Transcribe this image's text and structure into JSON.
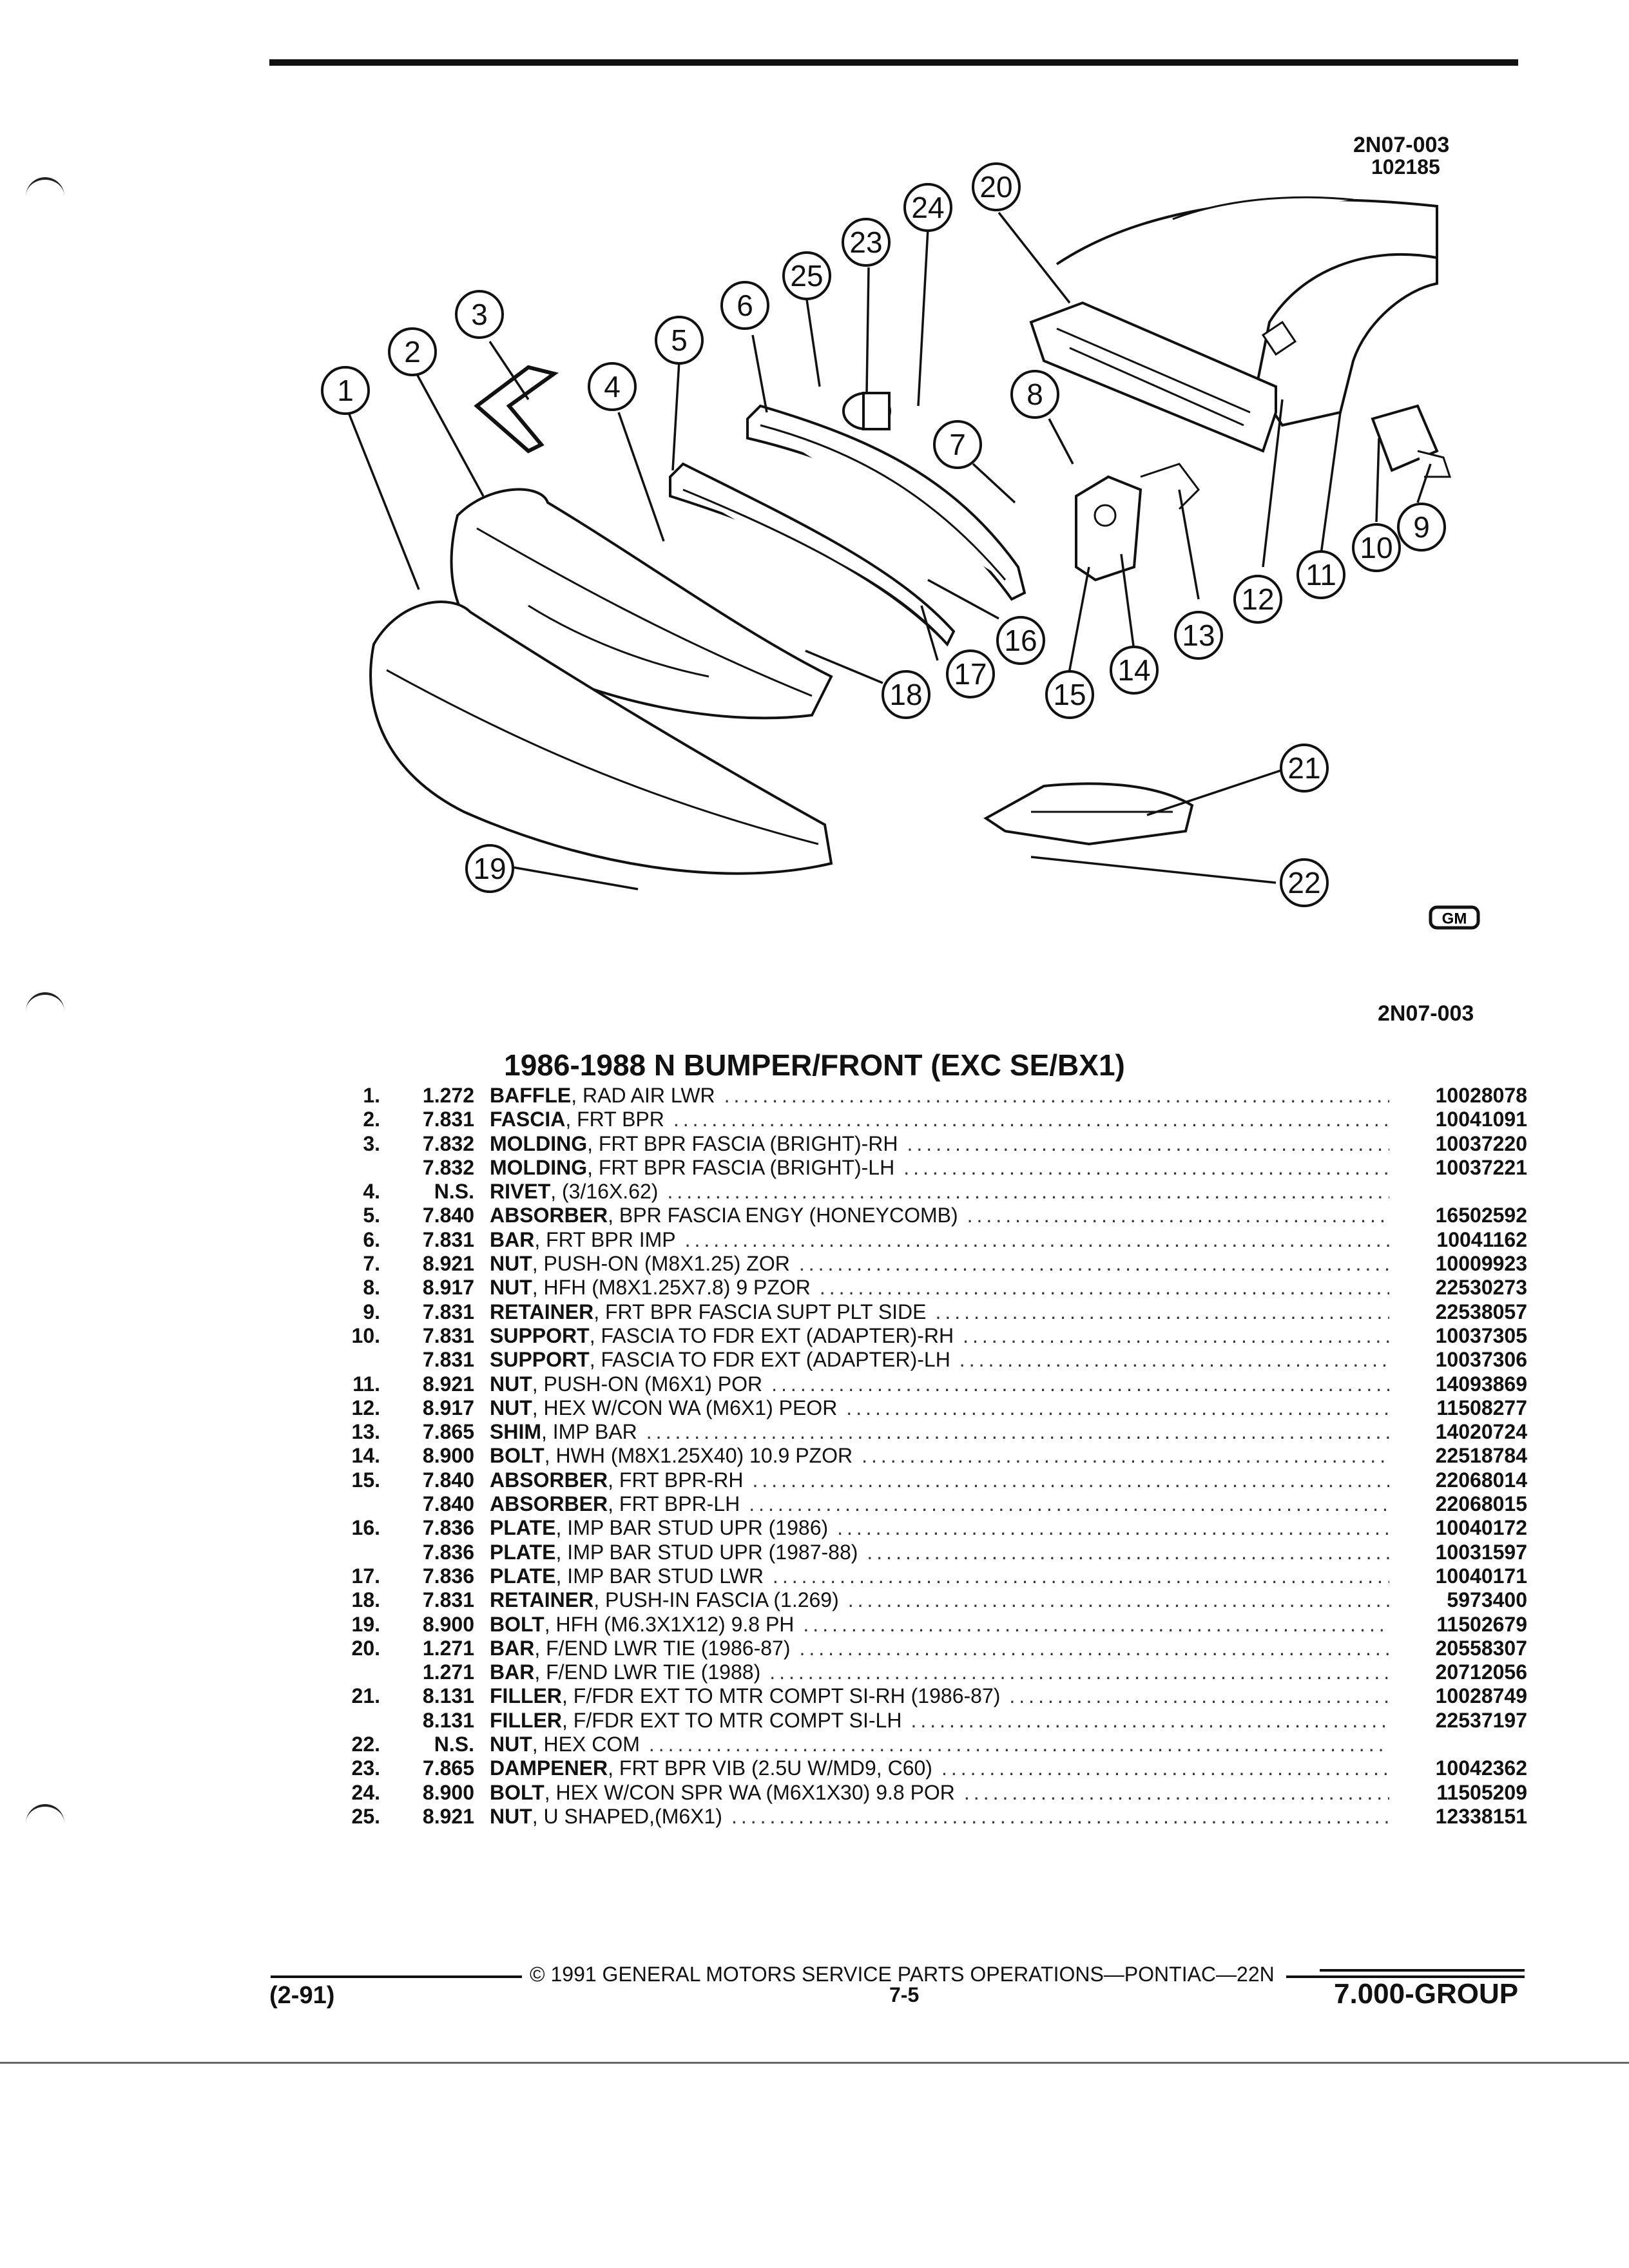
{
  "header": {
    "ref_code": "2N07-003",
    "ref_code_number": "102185",
    "ref_code_bottom": "2N07-003"
  },
  "diagram": {
    "callouts": [
      "1",
      "2",
      "3",
      "4",
      "5",
      "6",
      "7",
      "8",
      "9",
      "10",
      "11",
      "12",
      "13",
      "14",
      "15",
      "16",
      "17",
      "18",
      "19",
      "20",
      "21",
      "22",
      "23",
      "24",
      "25"
    ],
    "logo_mark": "GM"
  },
  "title": "1986-1988 N BUMPER/FRONT (EXC SE/BX1)",
  "parts": [
    {
      "idx": "1.",
      "cat": "1.272",
      "name": "BAFFLE",
      "spec": ", RAD AIR LWR",
      "pn": "10028078"
    },
    {
      "idx": "2.",
      "cat": "7.831",
      "name": "FASCIA",
      "spec": ", FRT BPR",
      "pn": "10041091"
    },
    {
      "idx": "3.",
      "cat": "7.832",
      "name": "MOLDING",
      "spec": ", FRT BPR FASCIA (BRIGHT)-RH",
      "pn": "10037220"
    },
    {
      "idx": "",
      "cat": "7.832",
      "name": "MOLDING",
      "spec": ", FRT BPR FASCIA (BRIGHT)-LH",
      "pn": "10037221"
    },
    {
      "idx": "4.",
      "cat": "N.S.",
      "name": "RIVET",
      "spec": ", (3/16X.62)",
      "pn": ""
    },
    {
      "idx": "5.",
      "cat": "7.840",
      "name": "ABSORBER",
      "spec": ", BPR FASCIA ENGY (HONEYCOMB)",
      "pn": "16502592"
    },
    {
      "idx": "6.",
      "cat": "7.831",
      "name": "BAR",
      "spec": ", FRT BPR IMP",
      "pn": "10041162"
    },
    {
      "idx": "7.",
      "cat": "8.921",
      "name": "NUT",
      "spec": ", PUSH-ON (M8X1.25) ZOR",
      "pn": "10009923"
    },
    {
      "idx": "8.",
      "cat": "8.917",
      "name": "NUT",
      "spec": ", HFH (M8X1.25X7.8) 9 PZOR",
      "pn": "22530273"
    },
    {
      "idx": "9.",
      "cat": "7.831",
      "name": "RETAINER",
      "spec": ", FRT BPR FASCIA SUPT PLT SIDE",
      "pn": "22538057"
    },
    {
      "idx": "10.",
      "cat": "7.831",
      "name": "SUPPORT",
      "spec": ", FASCIA TO FDR EXT (ADAPTER)-RH",
      "pn": "10037305"
    },
    {
      "idx": "",
      "cat": "7.831",
      "name": "SUPPORT",
      "spec": ", FASCIA TO FDR EXT (ADAPTER)-LH",
      "pn": "10037306"
    },
    {
      "idx": "11.",
      "cat": "8.921",
      "name": "NUT",
      "spec": ", PUSH-ON (M6X1) POR",
      "pn": "14093869"
    },
    {
      "idx": "12.",
      "cat": "8.917",
      "name": "NUT",
      "spec": ", HEX W/CON WA (M6X1) PEOR",
      "pn": "11508277"
    },
    {
      "idx": "13.",
      "cat": "7.865",
      "name": "SHIM",
      "spec": ", IMP BAR",
      "pn": "14020724"
    },
    {
      "idx": "14.",
      "cat": "8.900",
      "name": "BOLT",
      "spec": ", HWH (M8X1.25X40) 10.9 PZOR",
      "pn": "22518784"
    },
    {
      "idx": "15.",
      "cat": "7.840",
      "name": "ABSORBER",
      "spec": ", FRT BPR-RH",
      "pn": "22068014"
    },
    {
      "idx": "",
      "cat": "7.840",
      "name": "ABSORBER",
      "spec": ", FRT BPR-LH",
      "pn": "22068015"
    },
    {
      "idx": "16.",
      "cat": "7.836",
      "name": "PLATE",
      "spec": ", IMP BAR STUD UPR (1986)",
      "pn": "10040172"
    },
    {
      "idx": "",
      "cat": "7.836",
      "name": "PLATE",
      "spec": ", IMP BAR STUD UPR (1987-88)",
      "pn": "10031597"
    },
    {
      "idx": "17.",
      "cat": "7.836",
      "name": "PLATE",
      "spec": ", IMP BAR STUD LWR",
      "pn": "10040171"
    },
    {
      "idx": "18.",
      "cat": "7.831",
      "name": "RETAINER",
      "spec": ", PUSH-IN FASCIA (1.269)",
      "pn": "5973400"
    },
    {
      "idx": "19.",
      "cat": "8.900",
      "name": "BOLT",
      "spec": ", HFH (M6.3X1X12) 9.8 PH",
      "pn": "11502679"
    },
    {
      "idx": "20.",
      "cat": "1.271",
      "name": "BAR",
      "spec": ", F/END LWR TIE (1986-87)",
      "pn": "20558307"
    },
    {
      "idx": "",
      "cat": "1.271",
      "name": "BAR",
      "spec": ", F/END LWR TIE (1988)",
      "pn": "20712056"
    },
    {
      "idx": "21.",
      "cat": "8.131",
      "name": "FILLER",
      "spec": ", F/FDR EXT TO MTR COMPT SI-RH (1986-87)",
      "pn": "10028749"
    },
    {
      "idx": "",
      "cat": "8.131",
      "name": "FILLER",
      "spec": ", F/FDR EXT TO MTR COMPT SI-LH",
      "pn": "22537197"
    },
    {
      "idx": "22.",
      "cat": "N.S.",
      "name": "NUT",
      "spec": ", HEX COM",
      "pn": ""
    },
    {
      "idx": "23.",
      "cat": "7.865",
      "name": "DAMPENER",
      "spec": ", FRT BPR VIB (2.5U W/MD9, C60)",
      "pn": "10042362"
    },
    {
      "idx": "24.",
      "cat": "8.900",
      "name": "BOLT",
      "spec": ", HEX W/CON SPR WA (M6X1X30) 9.8 POR",
      "pn": "11505209"
    },
    {
      "idx": "25.",
      "cat": "8.921",
      "name": "NUT",
      "spec": ", U SHAPED,(M6X1)",
      "pn": "12338151"
    }
  ],
  "footer": {
    "copyright": "© 1991 GENERAL MOTORS SERVICE PARTS OPERATIONS—PONTIAC—22N",
    "date_code": "(2-91)",
    "page": "7-5",
    "group": "7.000-GROUP"
  }
}
